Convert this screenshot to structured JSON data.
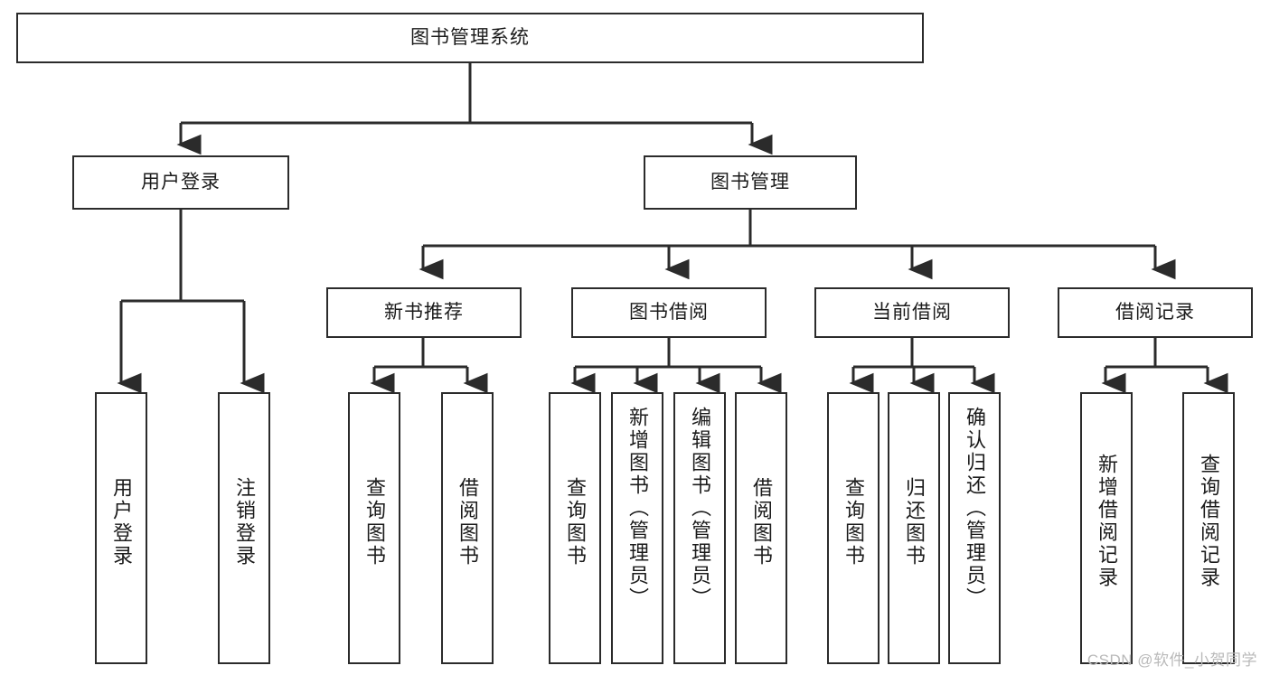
{
  "diagram": {
    "type": "tree",
    "title": "图书管理系统",
    "watermark": "CSDN @软件_小贺同学",
    "colors": {
      "box_border": "#2b2b2b",
      "box_fill": "#ffffff",
      "connector": "#2b2b2b",
      "watermark": "#b9b9b9"
    },
    "levels": {
      "root": "图书管理系统",
      "level2": [
        "用户登录",
        "图书管理"
      ],
      "level3": [
        "新书推荐",
        "图书借阅",
        "当前借阅",
        "借阅记录"
      ]
    },
    "nodes": {
      "root": {
        "label": "图书管理系统"
      },
      "user_login": {
        "label": "用户登录"
      },
      "book_manage": {
        "label": "图书管理"
      },
      "new_book_rec": {
        "label": "新书推荐"
      },
      "book_borrow": {
        "label": "图书借阅"
      },
      "current_borrow": {
        "label": "当前借阅"
      },
      "borrow_record": {
        "label": "借阅记录"
      }
    },
    "leaves": {
      "user_login": [
        {
          "label": "用户登录"
        },
        {
          "label": "注销登录"
        }
      ],
      "new_book_rec": [
        {
          "label": "查询图书"
        },
        {
          "label": "借阅图书"
        }
      ],
      "book_borrow": [
        {
          "label": "查询图书"
        },
        {
          "label": "新增图书（管理员）"
        },
        {
          "label": "编辑图书（管理员）"
        },
        {
          "label": "借阅图书"
        }
      ],
      "current_borrow": [
        {
          "label": "查询图书"
        },
        {
          "label": "归还图书"
        },
        {
          "label": "确认归还（管理员）"
        }
      ],
      "borrow_record": [
        {
          "label": "新增借阅记录"
        },
        {
          "label": "查询借阅记录"
        }
      ]
    }
  }
}
